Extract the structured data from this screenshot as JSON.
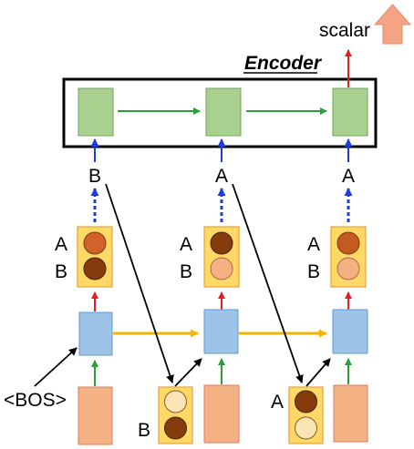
{
  "encoder": {
    "title": "Encoder"
  },
  "output": {
    "label": "scalar"
  },
  "generated_tokens": [
    "B",
    "A",
    "A"
  ],
  "distribution_labels": {
    "top": "A",
    "bottom": "B"
  },
  "start_token": "<BOS>",
  "fed_back_tokens": [
    "B",
    "A"
  ],
  "colors": {
    "encoder_cell": "#a9d08e",
    "encoder_cell_border": "#6fa85a",
    "rnn_cell": "#9dc3e6",
    "rnn_cell_border": "#5b9bd5",
    "input_cell": "#f4b183",
    "input_cell_border": "#e07b5a",
    "dist_box": "#ffd966",
    "dist_box_border": "#e6a23c",
    "prob_dark": "#843c0c",
    "prob_orange": "#d0622a",
    "prob_light": "#f4b183",
    "prob_empty": "#fbe5b6",
    "arrow_green": "#2e9e3a",
    "arrow_red": "#e02020",
    "arrow_blue": "#1f3ddb",
    "arrow_orange": "#f5b400",
    "arrow_black": "#000000",
    "scalar_arrow": "#f4a384"
  }
}
